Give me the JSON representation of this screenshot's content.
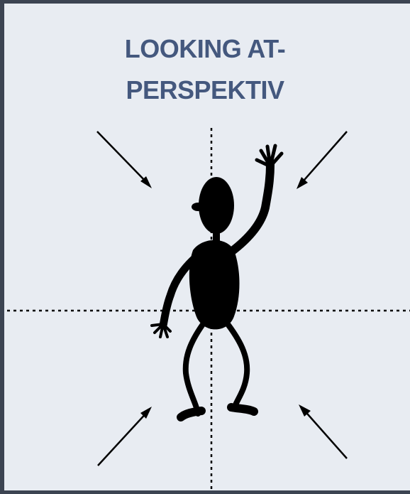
{
  "title": {
    "line1": "LOOKING AT-",
    "line2": "PERSPEKTIV"
  },
  "colors": {
    "background": "#e8ecf2",
    "border": "#3c4452",
    "title": "#44587e",
    "figure": "#000000"
  },
  "icons": [
    "stick-figure-icon",
    "arrow-icon",
    "crosshair-lines"
  ]
}
